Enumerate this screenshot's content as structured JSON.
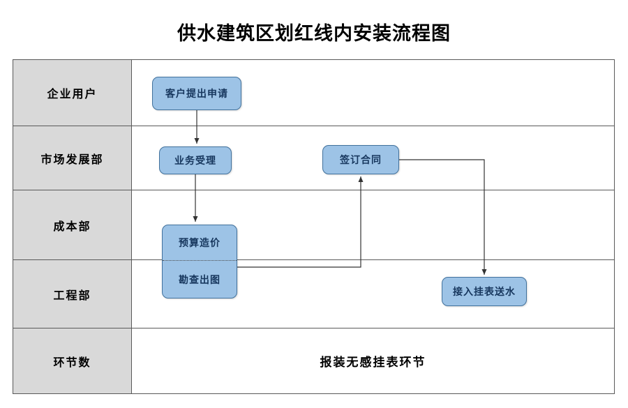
{
  "title": "供水建筑区划红线内安装流程图",
  "lanes": [
    {
      "label": "企业用户"
    },
    {
      "label": "市场发展部"
    },
    {
      "label": "成本部"
    },
    {
      "label": "工程部"
    },
    {
      "label": "环节数"
    }
  ],
  "nodes": {
    "apply": "客户提出申请",
    "accept": "业务受理",
    "contract": "签订合同",
    "budget": "预算造价",
    "survey": "勘查出图",
    "connect": "接入挂表送水"
  },
  "footer_text": "报装无感挂表环节",
  "colors": {
    "node_fill": "#9DC3E6",
    "node_border": "#41719C",
    "lane_fill": "#D9D9D9",
    "grid_line": "#595959"
  }
}
